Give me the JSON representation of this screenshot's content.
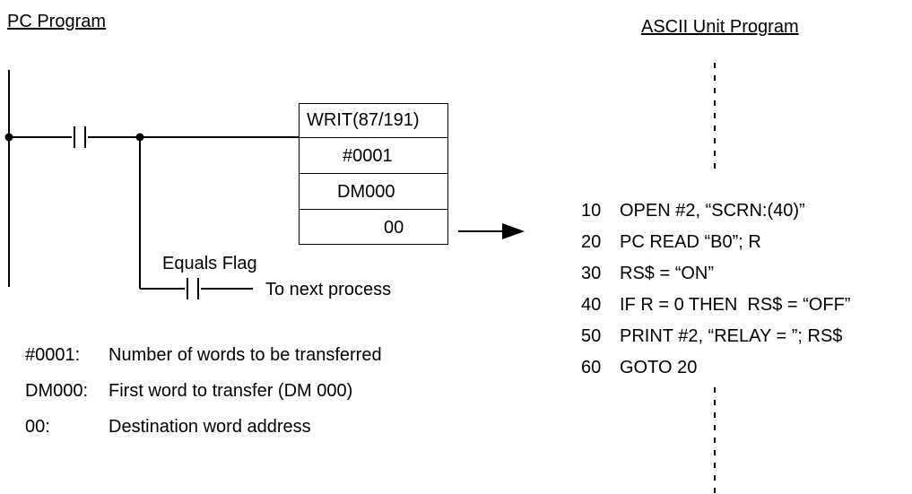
{
  "headings": {
    "pc_program": "PC Program",
    "ascii_program": "ASCII Unit Program"
  },
  "instruction": {
    "name": "WRIT(87/191)",
    "operand1": "#0001",
    "operand2": "DM000",
    "operand3": "00"
  },
  "ladder": {
    "equals_flag": "Equals Flag",
    "next_process": "To next process"
  },
  "legend": [
    {
      "key": "#0001:",
      "desc": "Number of words to be transferred"
    },
    {
      "key": "DM000:",
      "desc": "First word to transfer (DM 000)"
    },
    {
      "key": "00:",
      "desc": "Destination word address"
    }
  ],
  "basic_program": [
    {
      "line": "10",
      "code": "OPEN #2, “SCRN:(40)”"
    },
    {
      "line": "20",
      "code": "PC READ “B0”; R"
    },
    {
      "line": "30",
      "code": "RS$ = “ON”"
    },
    {
      "line": "40",
      "code": "IF R = 0 THEN  RS$ = “OFF”"
    },
    {
      "line": "50",
      "code": "PRINT #2, “RELAY = ”; RS$"
    },
    {
      "line": "60",
      "code": "GOTO 20"
    }
  ]
}
